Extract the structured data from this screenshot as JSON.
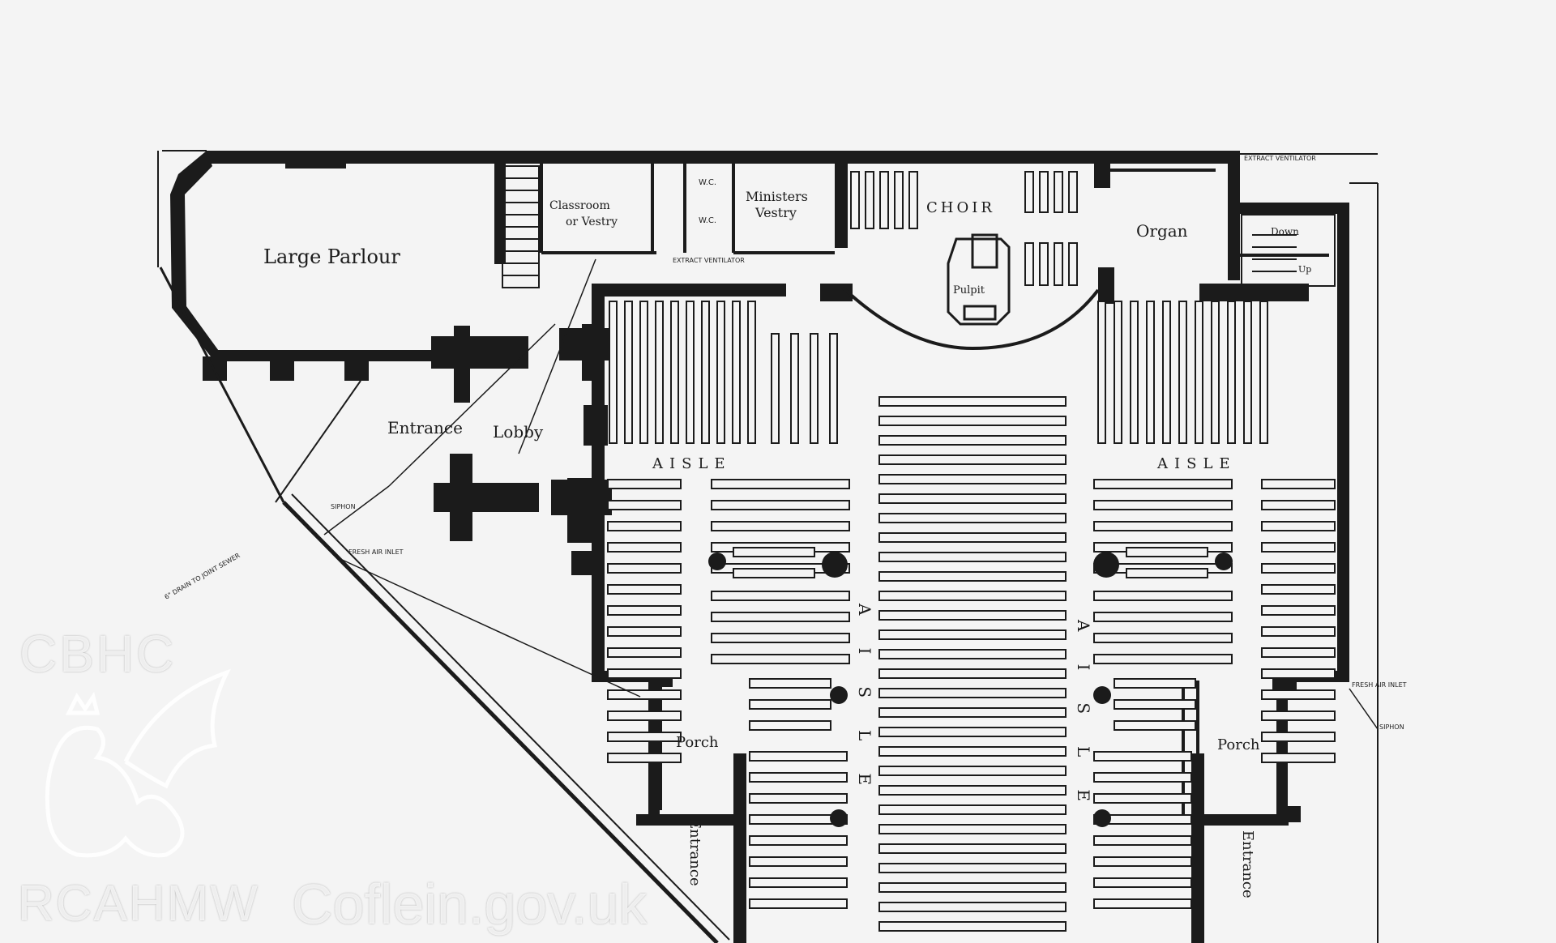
{
  "rooms": {
    "large_parlour": "Large Parlour",
    "classroom": [
      "Classroom",
      "or Vestry"
    ],
    "wc": [
      "W.C.",
      "W.C."
    ],
    "ministers_vestry": [
      "Ministers",
      "Vestry"
    ],
    "choir": "CHOIR",
    "organ": "Organ",
    "pulpit": "Pulpit",
    "entrance_lobby": [
      "Entrance",
      "Lobby"
    ],
    "aisle_left": "AISLE",
    "aisle_right": "AISLE",
    "aisle_vertical": "AISLE",
    "porch_left": "Porch",
    "porch_right": "Porch",
    "entrance_left": "Entrance",
    "entrance_right": "Entrance",
    "down": "Down",
    "up": "Up"
  },
  "annotations": {
    "extract_ventilator": "EXTRACT VENTILATOR",
    "siphon": "SIPHON",
    "fresh_air_inlet": "FRESH AIR INLET",
    "drain_to_sewer": "6\" DRAIN TO JOINT SEWER",
    "fresh_air_inlet_right": "FRESH AIR INLET",
    "siphon_right": "SIPHON"
  },
  "watermark": {
    "cbhc": "CBHC",
    "rcahmw": "RCAHMW",
    "coflein": "Coflein.gov.uk"
  },
  "colors": {
    "ink": "#1b1b1b",
    "paper": "#f4f4f4",
    "watermark": "#ffffff"
  }
}
